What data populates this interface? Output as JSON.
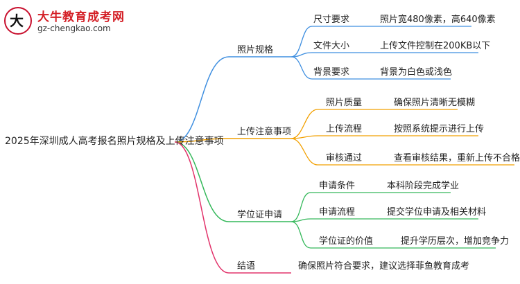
{
  "logo": {
    "name": "大牛教育成考网",
    "url": "gz-chengkao.com"
  },
  "colors": {
    "branch1": "#3f8fe0",
    "branch2": "#f2a000",
    "branch3": "#34b85a",
    "branch4": "#e2336b"
  },
  "mindmap": {
    "root": "2025年深圳成人高考报名照片规格及上传注意事项",
    "branches": [
      {
        "label": "照片规格",
        "children": [
          {
            "label": "尺寸要求",
            "value": "照片宽480像素，高640像素"
          },
          {
            "label": "文件大小",
            "value": "上传文件控制在200KB以下"
          },
          {
            "label": "背景要求",
            "value": "背景为白色或浅色"
          }
        ]
      },
      {
        "label": "上传注意事项",
        "children": [
          {
            "label": "照片质量",
            "value": "确保照片清晰无模糊"
          },
          {
            "label": "上传流程",
            "value": "按照系统提示进行上传"
          },
          {
            "label": "审核通过",
            "value": "查看审核结果，重新上传不合格照片"
          }
        ]
      },
      {
        "label": "学位证申请",
        "children": [
          {
            "label": "申请条件",
            "value": "本科阶段完成学业"
          },
          {
            "label": "申请流程",
            "value": "提交学位申请及相关材料"
          },
          {
            "label": "学位证的价值",
            "value": "提升学历层次，增加竞争力"
          }
        ]
      },
      {
        "label": "结语",
        "children": [
          {
            "label": "确保照片符合要求，建议选择菲鱼教育成考"
          }
        ]
      }
    ]
  }
}
